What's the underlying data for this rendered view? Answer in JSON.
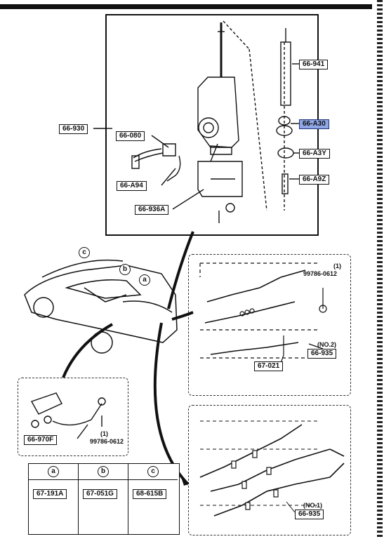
{
  "labels": {
    "antenna_assembly": "66-930",
    "cord_connector": "66-080",
    "mast": "66-941",
    "nut_selected": "66-A30",
    "escutcheon": "66-A3Y",
    "spacer": "66-A9Z",
    "bracket_cord": "66-A94",
    "bracket": "66-936A",
    "cable_no2": "66-935",
    "clip_no2": "67-021",
    "cable_no1": "66-935",
    "ground_wire": "66-970F"
  },
  "notes": {
    "bolt_count_upper": "(1)",
    "bolt_part_upper": "99786-0612",
    "no2_tag": "(NO.2)",
    "bolt_count_lower": "(1)",
    "bolt_part_lower": "99786-0612",
    "no1_tag": "(NO.1)"
  },
  "callouts": {
    "a": "a",
    "b": "b",
    "c": "c"
  },
  "legend": {
    "cells": [
      {
        "key": "a",
        "part": "67-191A"
      },
      {
        "key": "b",
        "part": "67-051G"
      },
      {
        "key": "c",
        "part": "68-615B"
      }
    ]
  },
  "colors": {
    "line": "#111111",
    "highlight": "#8fa6e6"
  }
}
